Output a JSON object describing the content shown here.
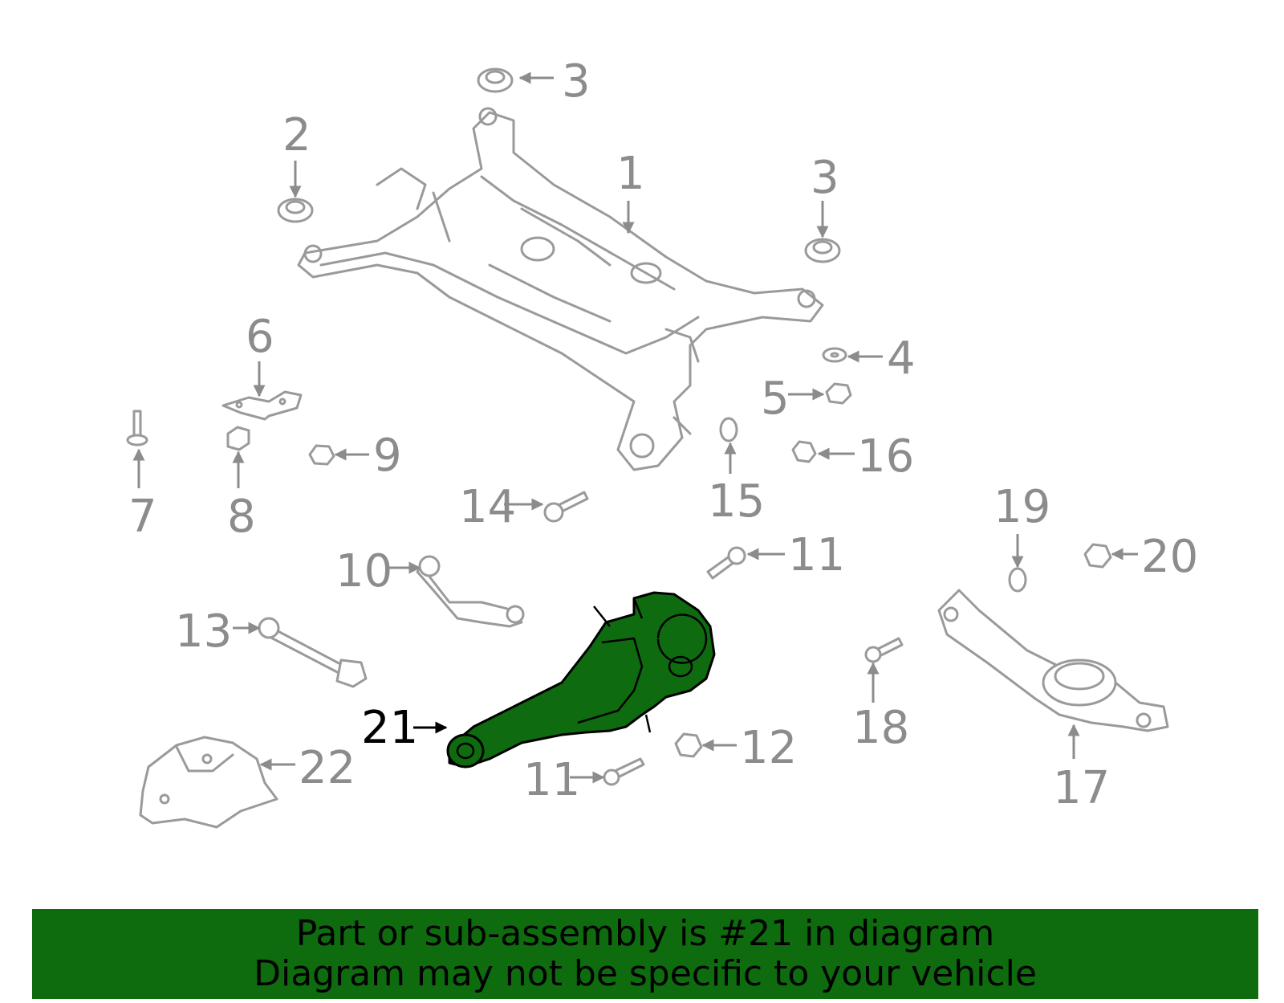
{
  "callouts": {
    "c1": "1",
    "c2": "2",
    "c3a": "3",
    "c3b": "3",
    "c4": "4",
    "c5": "5",
    "c6": "6",
    "c7": "7",
    "c8": "8",
    "c9": "9",
    "c10": "10",
    "c11a": "11",
    "c11b": "11",
    "c12": "12",
    "c13": "13",
    "c14": "14",
    "c15": "15",
    "c16": "16",
    "c17": "17",
    "c18": "18",
    "c19": "19",
    "c20": "20",
    "c21": "21",
    "c22": "22"
  },
  "highlight": {
    "part_number": "21",
    "color": "#0f6b0f"
  },
  "banner": {
    "line1": "Part or sub-assembly is #21 in diagram",
    "line2": "Diagram may not be specific to your vehicle",
    "color": "#0e6b0e"
  },
  "colors": {
    "part_stroke": "#9a9a9a",
    "label": "#8c8c8c"
  }
}
